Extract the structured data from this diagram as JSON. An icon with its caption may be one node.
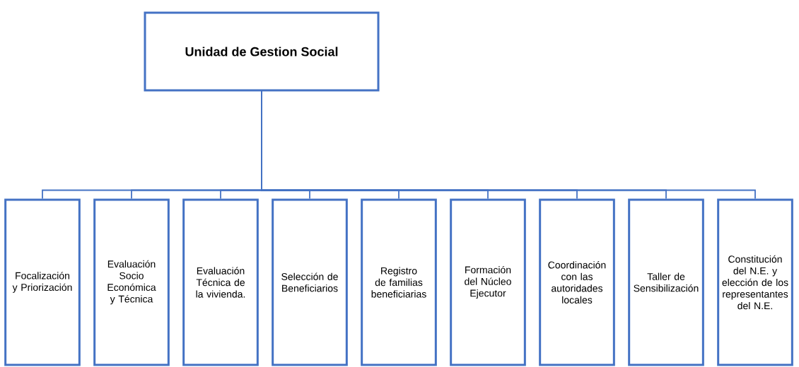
{
  "diagram": {
    "nodes": [
      {
        "text": [
          "Unidad de Gestion Social"
        ]
      },
      {
        "text": [
          "Focalización y Priorización"
        ]
      },
      {
        "text": [
          "Evaluación Socio Económica y Técnica"
        ]
      },
      {
        "text": [
          "Evaluación Técnica de la vivienda."
        ]
      },
      {
        "text": [
          "Selección de Beneficiarios"
        ]
      },
      {
        "text": [
          "Registro de familias beneficiarias"
        ]
      },
      {
        "text": [
          "Formación del Núcleo Ejecutor"
        ]
      },
      {
        "text": [
          "Coordinación con las autoridades locales"
        ]
      },
      {
        "text": [
          "Taller de Sensibilización"
        ]
      },
      {
        "text": [
          "Constitución del N.E. y elección de los representantes del N.E."
        ]
      }
    ],
    "edges": [
      {
        "from": 0,
        "to": 1,
        "arrow": "none"
      },
      {
        "from": 0,
        "to": 2,
        "arrow": "none"
      },
      {
        "from": 0,
        "to": 3,
        "arrow": "none"
      },
      {
        "from": 0,
        "to": 4,
        "arrow": "none"
      },
      {
        "from": 0,
        "to": 5,
        "arrow": "none"
      },
      {
        "from": 0,
        "to": 6,
        "arrow": "none"
      },
      {
        "from": 0,
        "to": 7,
        "arrow": "none"
      },
      {
        "from": 0,
        "to": 8,
        "arrow": "none"
      },
      {
        "from": 0,
        "to": 9,
        "arrow": "none"
      }
    ]
  }
}
